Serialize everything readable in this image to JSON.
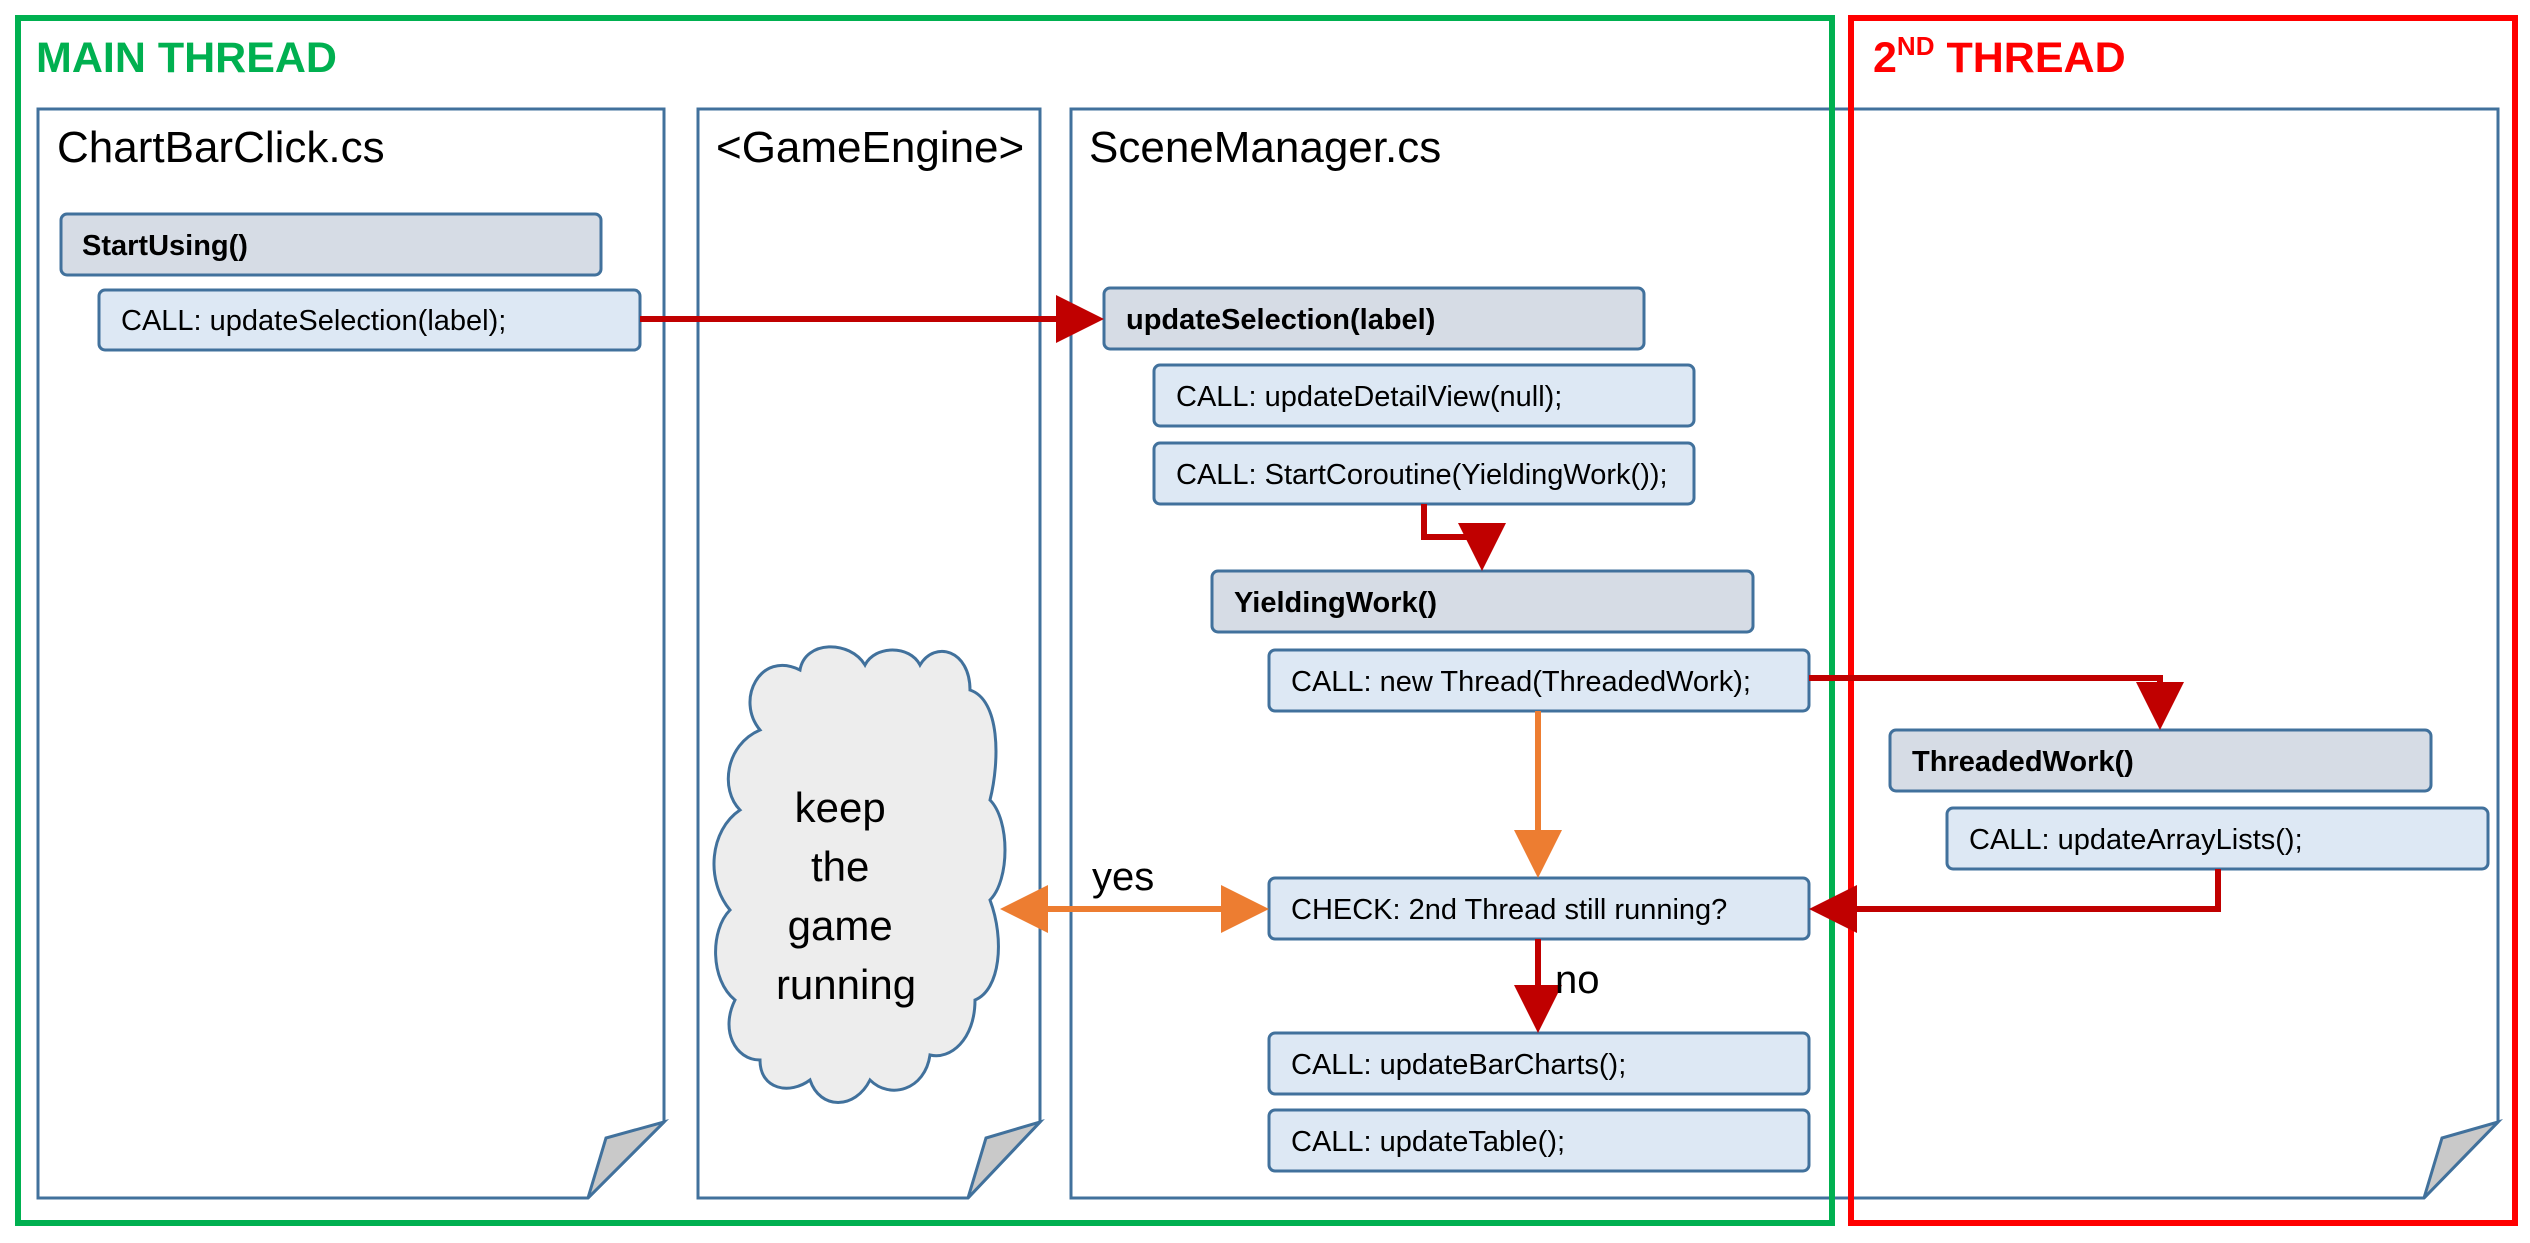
{
  "threads": {
    "main": {
      "label": "MAIN THREAD",
      "color": "#00b050"
    },
    "second": {
      "label_number": "2",
      "label_superscript": "ND",
      "label_rest": "THREAD",
      "color": "#ff0000"
    }
  },
  "panels": {
    "chartbarclick": {
      "title": "ChartBarClick.cs"
    },
    "gameengine": {
      "title": "<GameEngine>"
    },
    "scenemanager": {
      "title": "SceneManager.cs"
    }
  },
  "boxes": {
    "start_using": "StartUsing()",
    "call_update_selection": "CALL: updateSelection(label);",
    "update_selection": "updateSelection(label)",
    "call_update_detail_view": "CALL: updateDetailView(null);",
    "call_start_coroutine": "CALL: StartCoroutine(YieldingWork());",
    "yielding_work": "YieldingWork()",
    "call_new_thread": "CALL: new Thread(ThreadedWork);",
    "check_thread": "CHECK: 2nd Thread still running?",
    "call_update_bar_charts": "CALL: updateBarCharts();",
    "call_update_table": "CALL: updateTable();",
    "threaded_work": "ThreadedWork()",
    "call_update_array_lists": "CALL: updateArrayLists();"
  },
  "cloud": {
    "lines": [
      "keep",
      "the",
      "game",
      "running"
    ]
  },
  "labels": {
    "yes": "yes",
    "no": "no"
  },
  "colors": {
    "box_fill": "#dde8f4",
    "box_header_fill": "#d6dce5",
    "box_stroke": "#41719c",
    "panel_stroke": "#41719c",
    "arrow_red": "#c00000",
    "arrow_orange": "#ed7d31",
    "cloud_fill": "#ededed"
  }
}
